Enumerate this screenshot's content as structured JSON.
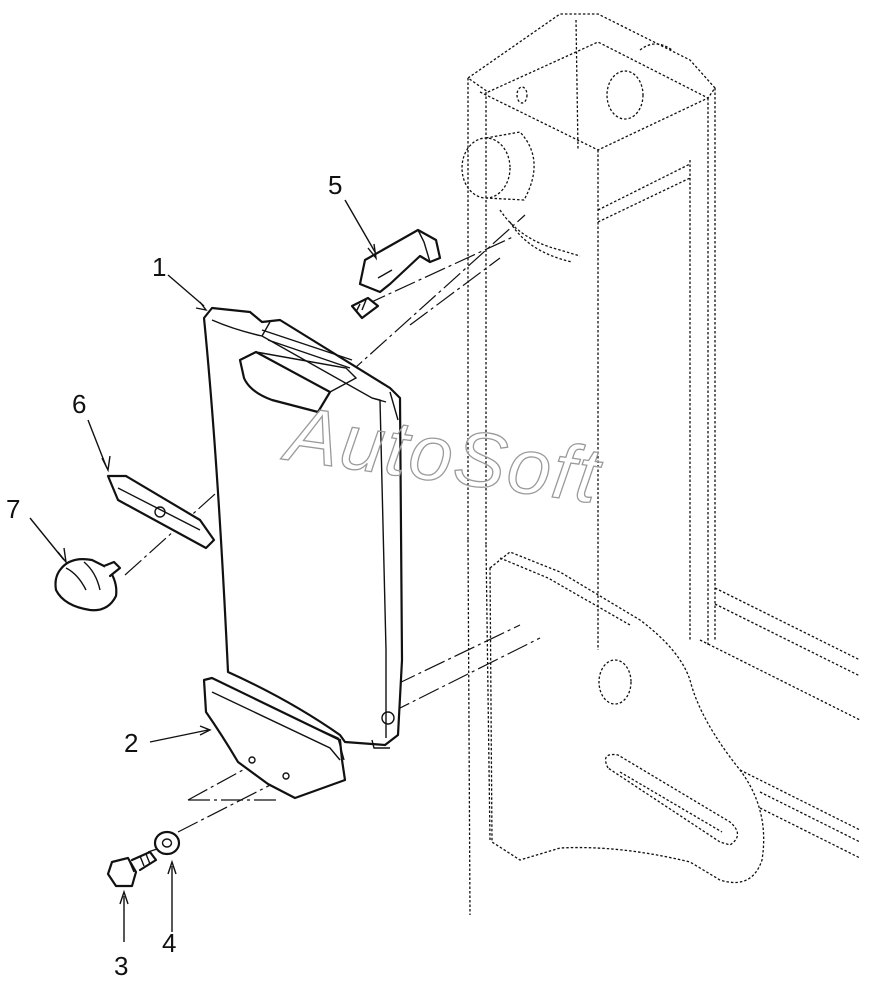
{
  "callouts": {
    "c1": "1",
    "c2": "2",
    "c3": "3",
    "c4": "4",
    "c5": "5",
    "c6": "6",
    "c7": "7"
  },
  "watermark": "AutoSoft"
}
